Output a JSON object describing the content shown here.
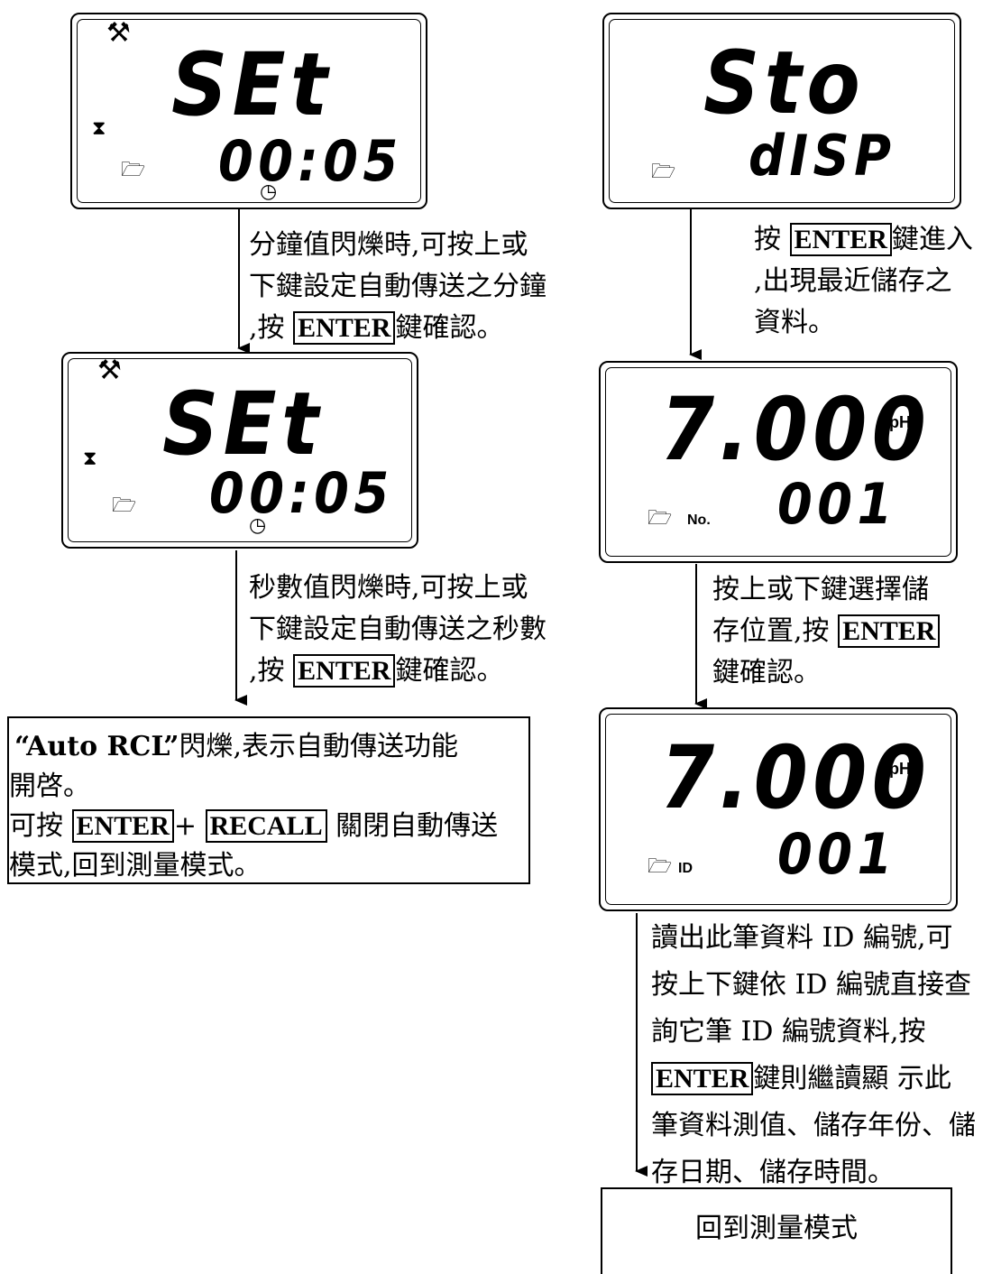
{
  "left_col": {
    "lcd1": {
      "main": "SEt",
      "sub": "00:05"
    },
    "step1": {
      "line1": "分鐘值閃爍時,可按上或",
      "line2": "下鍵設定自動傳送之分鐘",
      "line3_pre": ",按",
      "key": "ENTER",
      "line3_post": "鍵確認。"
    },
    "lcd2": {
      "main": "SEt",
      "sub": "00:05"
    },
    "step2": {
      "line1": "秒數值閃爍時,可按上或",
      "line2": "下鍵設定自動傳送之秒數",
      "line3_pre": ",按",
      "key": "ENTER",
      "line3_post": "鍵確認。"
    },
    "final": {
      "q_open": "“",
      "title": "Auto RCL",
      "q_close": "”",
      "line1_rest": "閃爍,表示自動傳送功能",
      "line2": "開啓。",
      "line3_pre": "可按",
      "key1": "ENTER",
      "plus": "+",
      "key2": "RECALL",
      "line3_post": "關閉自動傳送",
      "line4": "模式,回到測量模式。"
    }
  },
  "right_col": {
    "lcd1": {
      "main": "Sto",
      "sub": "dISP"
    },
    "step1": {
      "line1_pre": "按",
      "key": "ENTER",
      "line1_post": "鍵進入",
      "line2": ",出現最近儲存之",
      "line3": "資料。"
    },
    "lcd2": {
      "main": "7.000",
      "unit": "pH",
      "label": "No.",
      "sub": "001"
    },
    "step2": {
      "line1": "按上或下鍵選擇儲",
      "line2_pre": "存位置,按",
      "key": "ENTER",
      "line3": "鍵確認。"
    },
    "lcd3": {
      "main": "7.000",
      "unit": "pH",
      "label": "ID",
      "sub": "001"
    },
    "step3": {
      "line1": "讀出此筆資料 ID 編號,可",
      "line2": "按上下鍵依 ID 編號直接查",
      "line3": "詢它筆 ID 編號資料,按",
      "line4_key": "ENTER",
      "line4_post": "鍵則繼讀顯 示此",
      "line5": "筆資料測值、儲存年份、儲",
      "line6": "存日期、儲存時間。"
    },
    "final": {
      "text": "回到測量模式"
    }
  },
  "icons": {
    "wrench": "wrench-icon",
    "hourglass": "hourglass-icon",
    "folder": "folder-open-icon",
    "clock": "clock-icon"
  }
}
